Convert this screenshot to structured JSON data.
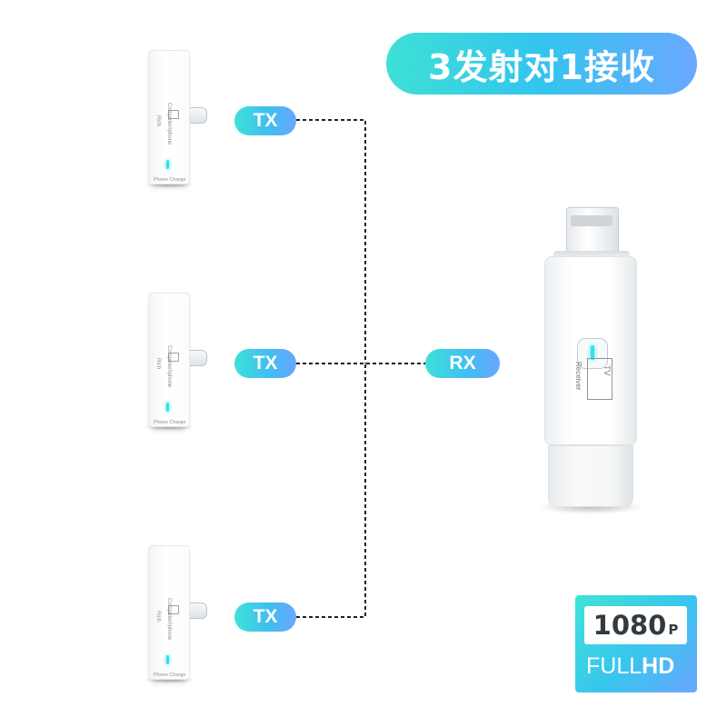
{
  "title": "3发射对1接收",
  "transmitters": [
    {
      "pill": "TX",
      "side_text": "Computer/Iphone",
      "side_text2": "Rich",
      "bottom_text": "Phone Charge"
    },
    {
      "pill": "TX",
      "side_text": "Computer/Iphone",
      "side_text2": "Rich",
      "bottom_text": "Phone Charge"
    },
    {
      "pill": "TX",
      "side_text": "Computer/Iphone",
      "side_text2": "Rich",
      "bottom_text": "Phone Charge"
    }
  ],
  "receiver": {
    "pill": "RX",
    "label_box": "TV",
    "label_side": "Receiver"
  },
  "badge": {
    "resolution": "1080",
    "suffix": "P",
    "full": "FULL",
    "hd": "HD"
  },
  "colors": {
    "accent_start": "#3ee0d6",
    "accent_end": "#6aa8ff",
    "led": "#33e0e8",
    "dash_line": "#222222"
  }
}
